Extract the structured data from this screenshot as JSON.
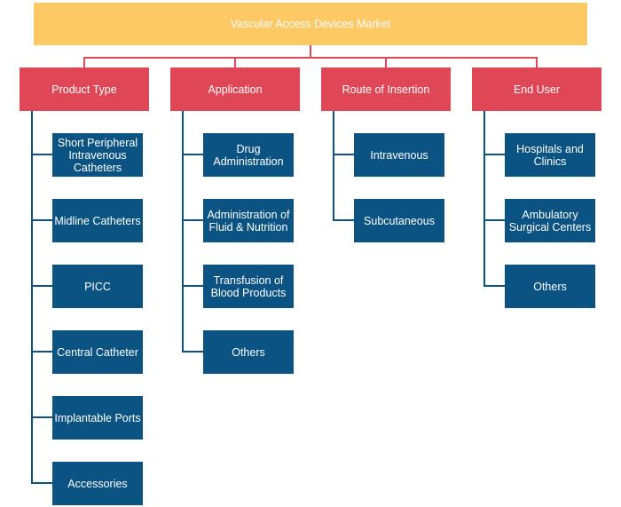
{
  "title": "Vascular Access Devices Market",
  "colors": {
    "root_fill": "#fcc964",
    "category_fill": "#e04756",
    "leaf_fill": "#0b5383",
    "root_connector": "#e04756",
    "leaf_connector": "#0b5383"
  },
  "categories": [
    {
      "label": "Product Type",
      "items": [
        "Short Peripheral Intravenous Catheters",
        "Midline Catheters",
        "PICC",
        "Central Catheter",
        "Implantable Ports",
        "Accessories"
      ]
    },
    {
      "label": "Application",
      "items": [
        "Drug Administration",
        "Administration of Fluid & Nutrition",
        "Transfusion of Blood Products",
        "Others"
      ]
    },
    {
      "label": "Route of Insertion",
      "items": [
        "Intravenous",
        "Subcutaneous"
      ]
    },
    {
      "label": "End User",
      "items": [
        "Hospitals and Clinics",
        "Ambulatory Surgical Centers",
        "Others"
      ]
    }
  ]
}
